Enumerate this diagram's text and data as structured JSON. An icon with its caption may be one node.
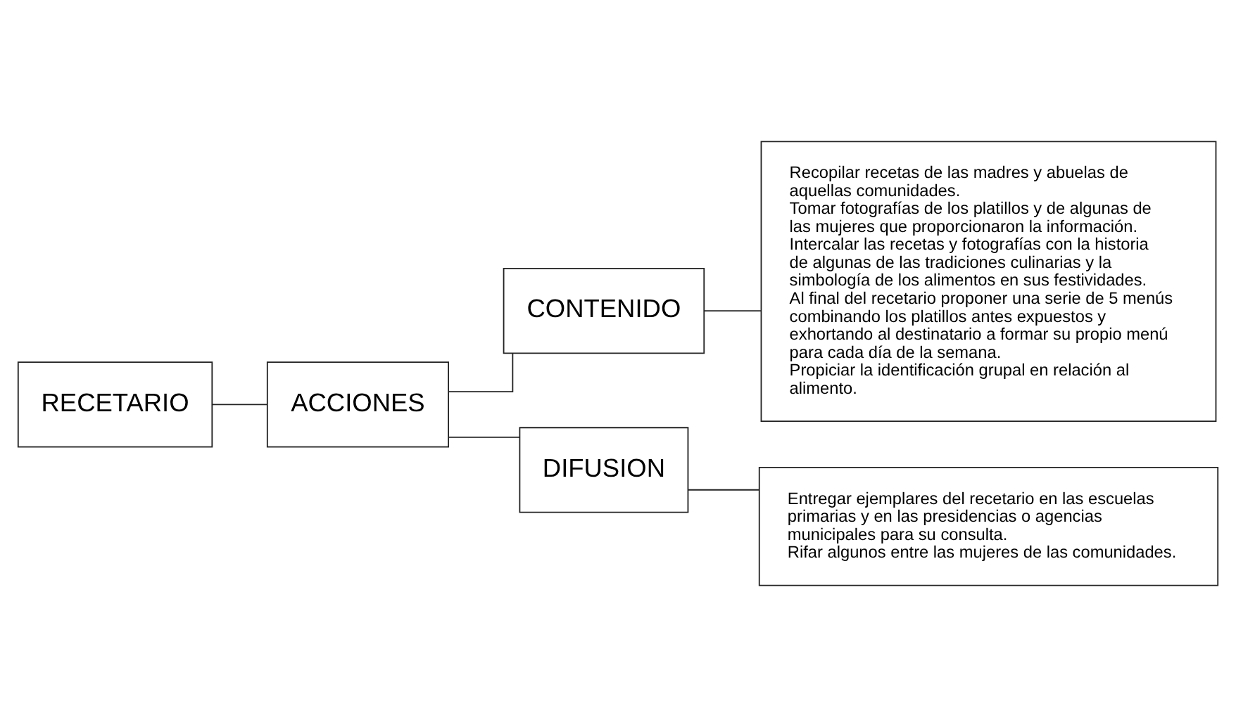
{
  "diagram": {
    "nodes": [
      {
        "text": [
          "CONTENIDO"
        ]
      },
      {
        "text": [
          "Recopilar recetas de las madres y abuelas de aquellas comunidades.",
          "Tomar fotografías de los platillos y de algunas de las mujeres que proporcionaron la información.",
          "Intercalar las recetas y fotografías con la historia de algunas de las tradiciones culinarias y la simbología de los alimentos en sus festividades.",
          "Al final del recetario proponer una serie de 5 menús combinando los platillos antes expuestos y exhortando al destinatario a formar su propio menú para cada día de la semana.",
          "Propiciar la identificación grupal en relación al alimento."
        ]
      },
      {
        "text": [
          "RECETARIO"
        ]
      },
      {
        "text": [
          "ACCIONES"
        ]
      },
      {
        "text": [
          "Entregar ejemplares del recetario en las escuelas primarias y en las presidencias o agencias municipales para su consulta.",
          "Rifar algunos entre las mujeres de las comunidades."
        ]
      },
      {
        "text": [
          "DIFUSION"
        ]
      }
    ],
    "edges": [
      {
        "from": 2,
        "to": 3,
        "arrow": "none"
      },
      {
        "from": 3,
        "to": 0,
        "arrow": "none"
      },
      {
        "from": 3,
        "to": 5,
        "arrow": "none"
      },
      {
        "from": 0,
        "to": 1,
        "arrow": "none"
      },
      {
        "from": 5,
        "to": 4,
        "arrow": "none"
      }
    ]
  }
}
